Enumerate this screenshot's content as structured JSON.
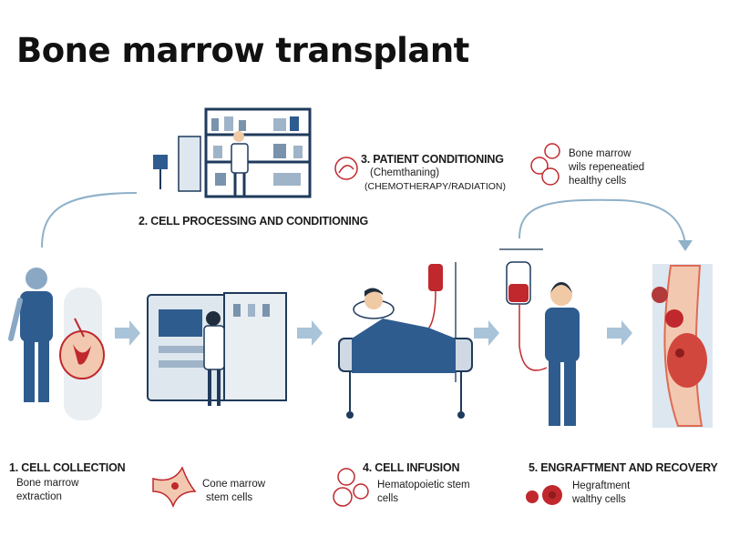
{
  "title": "Bone marrow transplant",
  "colors": {
    "navy": "#1f3a5c",
    "scrub_blue": "#2f5c8f",
    "arrow_light": "#a9c3d9",
    "connector": "#8fb1c9",
    "blood_red": "#c0282d",
    "bone_peach": "#f2c9b0"
  },
  "top": {
    "step2": {
      "heading": "2. CELL PROCESSING AND CONDITIONING"
    },
    "step3": {
      "heading": "3. PATIENT CONDITIONING",
      "line1": "(Chemthaning)",
      "line2": "(CHEMOTHERAPY/RADIATION)",
      "icon": "cell-icon"
    },
    "marrow_note": {
      "line1": "Bone marrow",
      "line2": "wils repeneatied",
      "line3": "healthy cells",
      "icon": "cell-cluster-icon"
    }
  },
  "bottom": {
    "step1": {
      "heading": "1. CELL COLLECTION",
      "line1": "Bone marrow",
      "line2": "extraction"
    },
    "stem": {
      "line1": "Cone marrow",
      "line2": "stem cells",
      "icon": "bone-icon"
    },
    "step4": {
      "heading": "4. CELL INFUSION",
      "line1": "Hematopoietic stem",
      "line2": "cells",
      "icon": "cell-cluster-icon"
    },
    "step5": {
      "heading": "5. ENGRAFTMENT AND RECOVERY",
      "line1": "Hegraftment",
      "line2": "walthy cells",
      "icon": "red-cells-icon"
    }
  }
}
